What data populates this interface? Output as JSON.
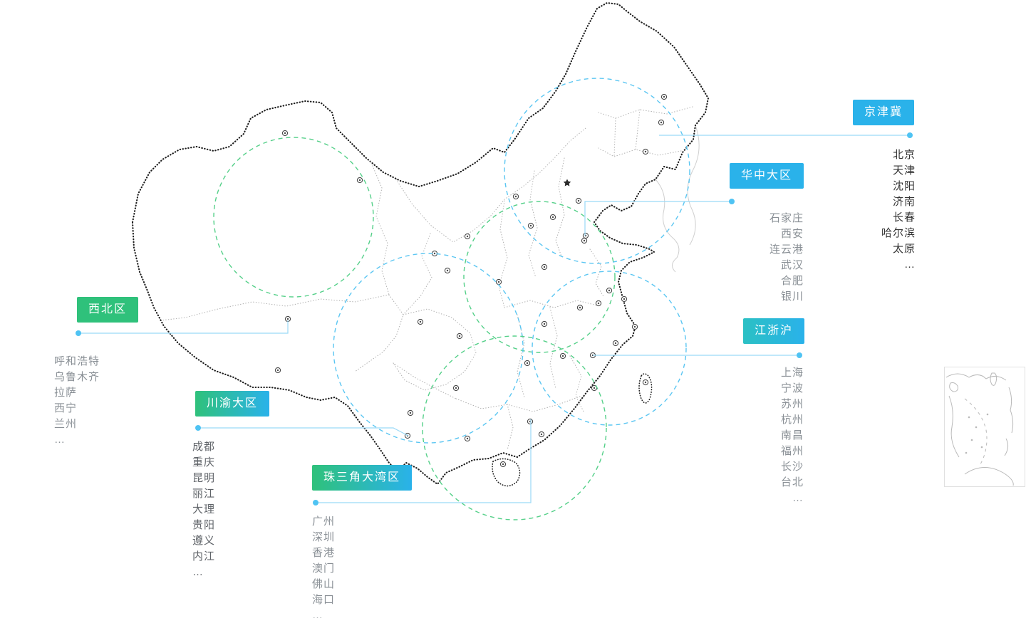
{
  "colors": {
    "accent-blue": "#2ab2ea",
    "accent-green": "#2fc17b",
    "accent-teal": "#2bc0c4",
    "leader-line": "#9ad9f7",
    "leader-dot": "#4fc3f3",
    "circle-blue": "#5bc6f2",
    "circle-green": "#55d089",
    "map-outline": "#1c1c1c",
    "province-line": "#b3b3b3",
    "city-text-dark": "#333333",
    "city-text-gray": "#8a9096",
    "city-text-mid": "#5f6368"
  },
  "regions": [
    {
      "key": "xibei",
      "label": "西北区",
      "cities": [
        "呼和浩特",
        "乌鲁木齐",
        "拉萨",
        "西宁",
        "兰州",
        "…"
      ]
    },
    {
      "key": "chuanyu",
      "label": "川渝大区",
      "cities": [
        "成都",
        "重庆",
        "昆明",
        "丽江",
        "大理",
        "贵阳",
        "遵义",
        "内江",
        "…"
      ]
    },
    {
      "key": "zhusanjiao",
      "label": "珠三角大湾区",
      "cities": [
        "广州",
        "深圳",
        "香港",
        "澳门",
        "佛山",
        "海口",
        "…"
      ]
    },
    {
      "key": "jingjinji",
      "label": "京津冀",
      "cities": [
        "北京",
        "天津",
        "沈阳",
        "济南",
        "长春",
        "哈尔滨",
        "太原",
        "…"
      ]
    },
    {
      "key": "huazhong",
      "label": "华中大区",
      "cities": [
        "石家庄",
        "西安",
        "连云港",
        "武汉",
        "合肥",
        "银川"
      ]
    },
    {
      "key": "jiangzhehu",
      "label": "江浙沪",
      "cities": [
        "上海",
        "宁波",
        "苏州",
        "杭州",
        "南昌",
        "福州",
        "长沙",
        "台北",
        "…"
      ]
    }
  ]
}
